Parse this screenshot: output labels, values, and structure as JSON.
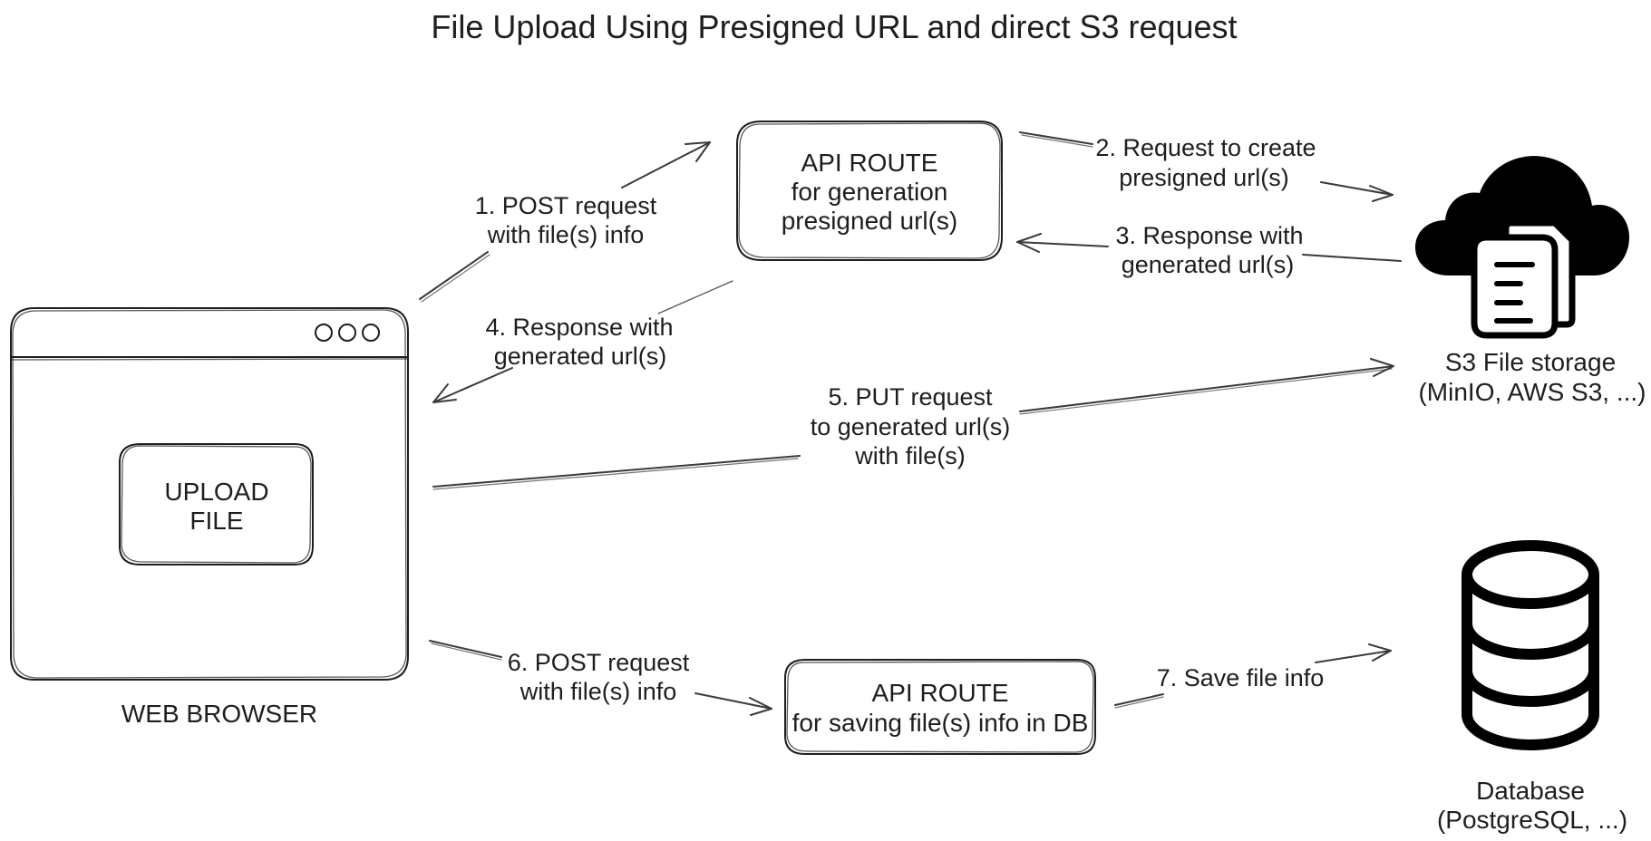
{
  "title": "File Upload Using Presigned URL and direct S3 request",
  "nodes": {
    "browser": {
      "label": "WEB BROWSER"
    },
    "upload_button": {
      "line1": "UPLOAD",
      "line2": "FILE"
    },
    "api_generate": {
      "line1": "API ROUTE",
      "line2": "for generation",
      "line3": "presigned url(s)"
    },
    "api_save": {
      "line1": "API ROUTE",
      "line2": "for saving file(s) info in DB"
    },
    "s3": {
      "line1": "S3 File storage",
      "line2": "(MinIO, AWS S3, ...)"
    },
    "database": {
      "line1": "Database",
      "line2": "(PostgreSQL, ...)"
    }
  },
  "edges": [
    {
      "id": "step-1",
      "lines": [
        "1. POST request",
        "with file(s) info"
      ]
    },
    {
      "id": "step-2",
      "lines": [
        "2. Request to create",
        "presigned url(s)"
      ]
    },
    {
      "id": "step-3",
      "lines": [
        "3. Response with",
        "generated url(s)"
      ]
    },
    {
      "id": "step-4",
      "lines": [
        "4. Response with",
        "generated url(s)"
      ]
    },
    {
      "id": "step-5",
      "lines": [
        "5. PUT request",
        "to generated url(s)",
        "with file(s)"
      ]
    },
    {
      "id": "step-6",
      "lines": [
        "6. POST request",
        "with file(s) info"
      ]
    },
    {
      "id": "step-7",
      "lines": [
        "7. Save file info"
      ]
    }
  ],
  "icons": {
    "s3": "cloud-file-icon",
    "database": "database-icon",
    "window_controls": "window-controls-icon"
  }
}
